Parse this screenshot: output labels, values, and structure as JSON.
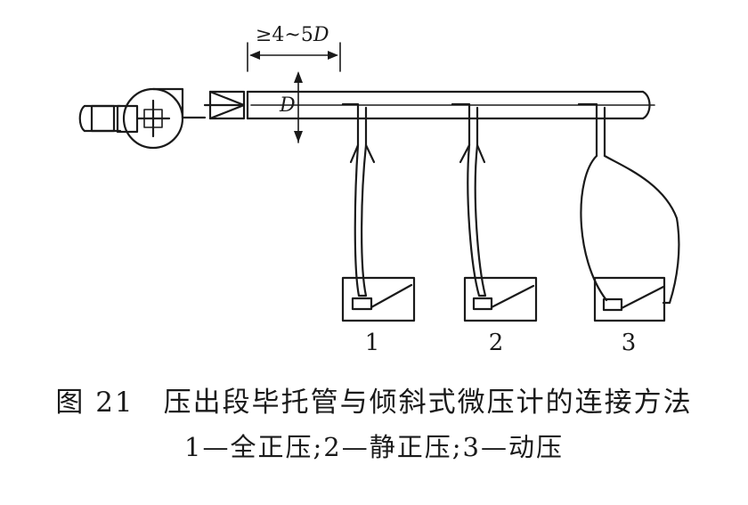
{
  "dimension": {
    "prefix": "≥4~5",
    "var": "D"
  },
  "diameter_label": "D",
  "gauges": [
    {
      "label": "1"
    },
    {
      "label": "2"
    },
    {
      "label": "3"
    }
  ],
  "caption": {
    "title": "图 21　压出段毕托管与倾斜式微压计的连接方法",
    "subtitle": "1—全正压;2—静正压;3—动压"
  },
  "colors": {
    "line": "#1a1a1a",
    "background": "#ffffff"
  }
}
